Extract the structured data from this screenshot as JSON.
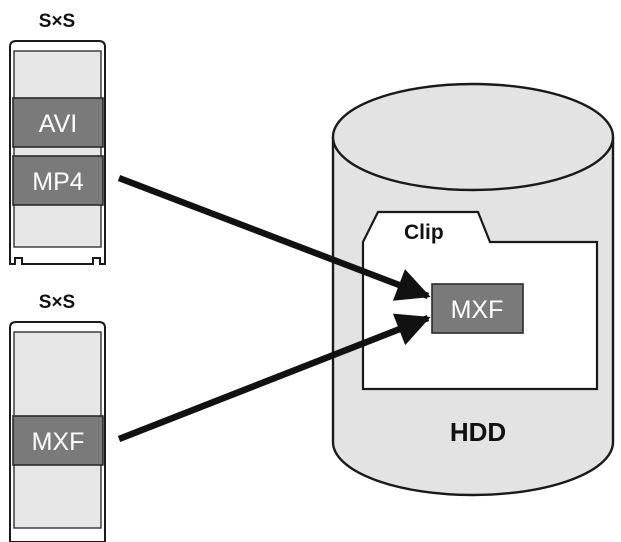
{
  "cards": [
    {
      "logo": "S×S",
      "slots": [
        {
          "label": "AVI"
        },
        {
          "label": "MP4"
        }
      ]
    },
    {
      "logo": "S×S",
      "slots": [
        {
          "label": "MXF"
        }
      ]
    }
  ],
  "hdd": {
    "label": "HDD",
    "folder": {
      "label": "Clip",
      "file": {
        "label": "MXF"
      }
    }
  }
}
